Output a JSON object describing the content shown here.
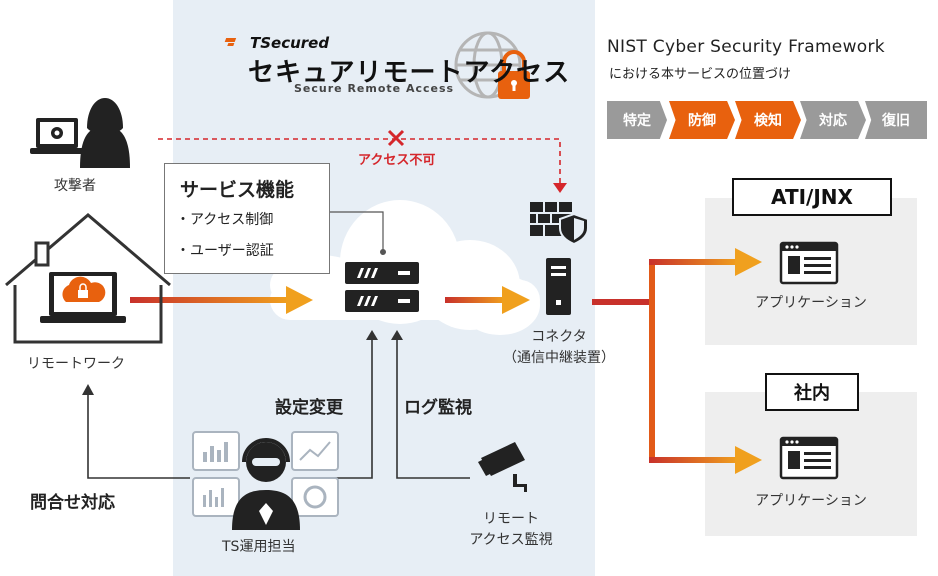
{
  "logo": {
    "brand": "TSecured",
    "title": "セキュアリモートアクセス",
    "subtitle": "Secure Remote Access"
  },
  "service_box": {
    "title": "サービス機能",
    "items": [
      "・アクセス制御",
      "・ユーザー認証"
    ]
  },
  "nodes": {
    "attacker": "攻撃者",
    "remote_work": "リモートワーク",
    "connector": "コネクタ",
    "connector_sub": "（通信中継装置）",
    "operator": "TS運用担当",
    "monitor_line1": "リモート",
    "monitor_line2": "アクセス監視"
  },
  "edges": {
    "access_denied": "アクセス不可",
    "settings_change": "設定変更",
    "log_monitoring": "ログ監視",
    "inquiry": "問合せ対応"
  },
  "nist": {
    "title": "NIST Cyber Security Framework",
    "subtitle": "における本サービスの位置づけ",
    "steps": [
      {
        "label": "特定",
        "highlight": false
      },
      {
        "label": "防御",
        "highlight": true
      },
      {
        "label": "検知",
        "highlight": true
      },
      {
        "label": "対応",
        "highlight": false
      },
      {
        "label": "復旧",
        "highlight": false
      }
    ]
  },
  "destinations": [
    {
      "name": "ATI/JNX",
      "app": "アプリケーション"
    },
    {
      "name": "社内",
      "app": "アプリケーション"
    }
  ],
  "colors": {
    "accent_orange": "#e8610e",
    "arrow_orange": "#f0a01e",
    "arrow_red": "#c8312b",
    "deny_red": "#d5262b",
    "zone_blue": "#e7eef5",
    "step_gray": "#9a9a9a"
  }
}
